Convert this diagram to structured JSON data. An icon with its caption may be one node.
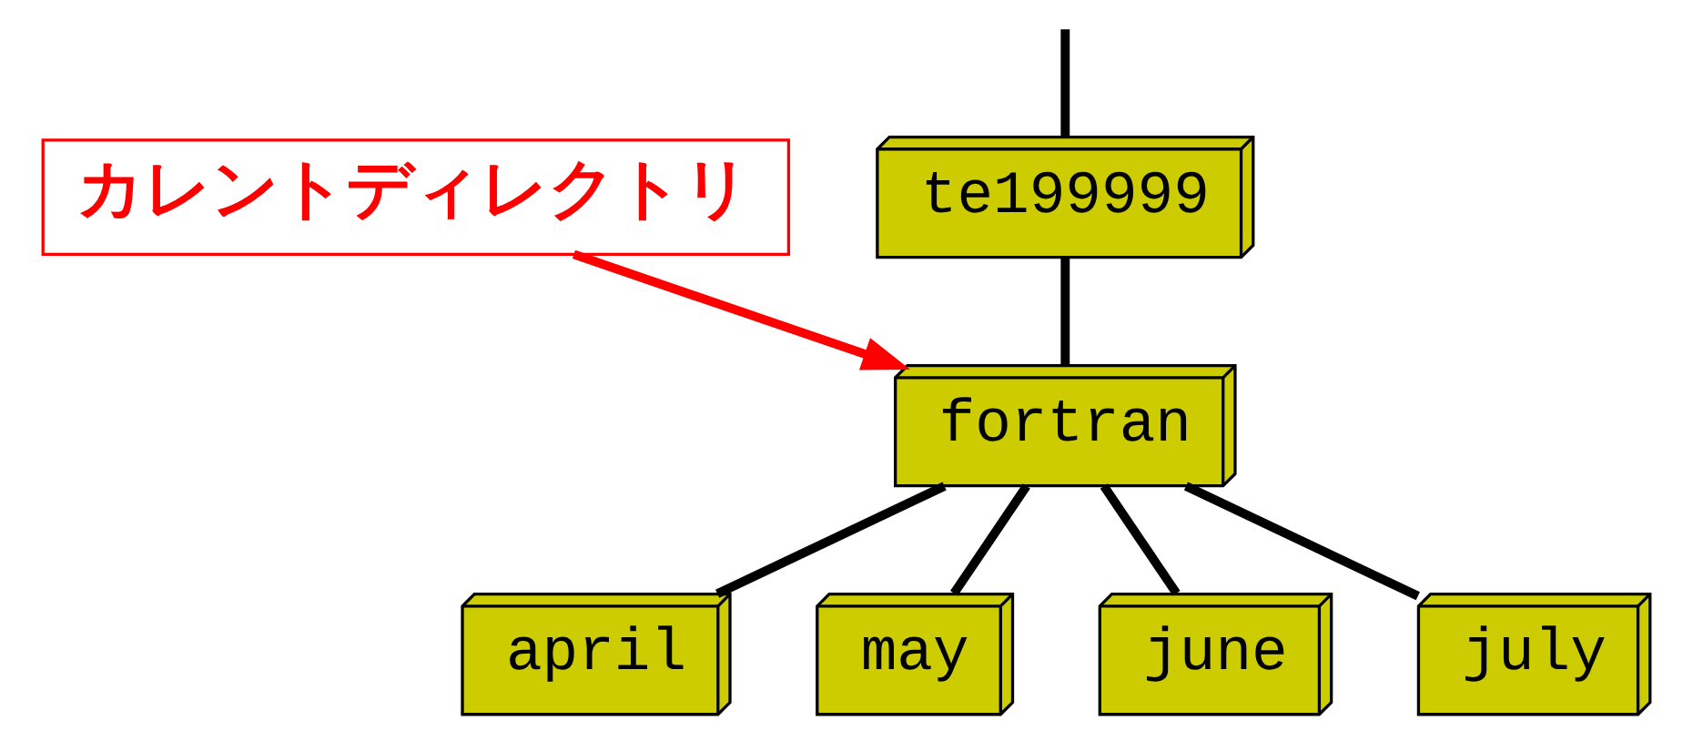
{
  "diagram": {
    "nodes": [
      {
        "text": [
          "te199999"
        ]
      },
      {
        "text": [
          "fortran"
        ]
      },
      {
        "text": [
          "april"
        ]
      },
      {
        "text": [
          "may"
        ]
      },
      {
        "text": [
          "june"
        ]
      },
      {
        "text": [
          "july"
        ]
      },
      {
        "text": [
          "カレントディレクトリ"
        ]
      }
    ],
    "edges": [
      {
        "from": null,
        "to": 0,
        "arrow": "none"
      },
      {
        "from": 0,
        "to": 1,
        "arrow": "none"
      },
      {
        "from": 1,
        "to": 2,
        "arrow": "none"
      },
      {
        "from": 1,
        "to": 3,
        "arrow": "none"
      },
      {
        "from": 1,
        "to": 4,
        "arrow": "none"
      },
      {
        "from": 1,
        "to": 5,
        "arrow": "none"
      },
      {
        "from": 6,
        "to": 1,
        "arrow": "to",
        "color": "#ff0000"
      }
    ]
  }
}
